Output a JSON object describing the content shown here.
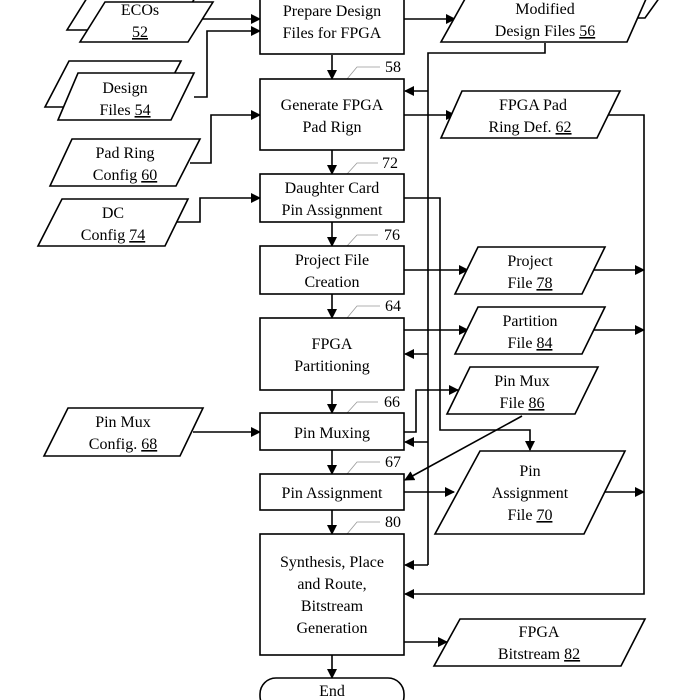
{
  "diagram": {
    "processes": [
      {
        "id": "prepare",
        "lines": [
          "Prepare Design",
          "Files for FPGA"
        ],
        "ref": ""
      },
      {
        "id": "padring",
        "lines": [
          "Generate FPGA",
          "Pad Rign"
        ],
        "ref": "58"
      },
      {
        "id": "daughter",
        "lines": [
          "Daughter Card",
          "Pin Assignment"
        ],
        "ref": "72"
      },
      {
        "id": "project",
        "lines": [
          "Project File",
          "Creation"
        ],
        "ref": "76"
      },
      {
        "id": "partition",
        "lines": [
          "FPGA",
          "Partitioning"
        ],
        "ref": "64"
      },
      {
        "id": "pinmux",
        "lines": [
          "Pin Muxing"
        ],
        "ref": "66"
      },
      {
        "id": "pinassign",
        "lines": [
          "Pin Assignment"
        ],
        "ref": "67"
      },
      {
        "id": "synth",
        "lines": [
          "Synthesis, Place",
          "and Route,",
          "Bitstream",
          "Generation"
        ],
        "ref": "80"
      },
      {
        "id": "end",
        "lines": [
          "End"
        ],
        "ref": ""
      }
    ],
    "inputs": [
      {
        "id": "ecos",
        "lines": [
          "ECOs",
          ""
        ],
        "num": "52"
      },
      {
        "id": "design",
        "lines": [
          "Design",
          "Files "
        ],
        "num": "54"
      },
      {
        "id": "padcfg",
        "lines": [
          "Pad Ring",
          "Config "
        ],
        "num": "60"
      },
      {
        "id": "dccfg",
        "lines": [
          "DC",
          "Config "
        ],
        "num": "74"
      },
      {
        "id": "muxcfg",
        "lines": [
          "Pin Mux",
          "Config. "
        ],
        "num": "68"
      }
    ],
    "outputs": [
      {
        "id": "modified",
        "lines": [
          "Modified",
          "Design Files "
        ],
        "num": "56"
      },
      {
        "id": "padringdef",
        "lines": [
          "FPGA Pad",
          "Ring Def. "
        ],
        "num": "62"
      },
      {
        "id": "projectfile",
        "lines": [
          "Project",
          "File "
        ],
        "num": "78"
      },
      {
        "id": "partitionfile",
        "lines": [
          "Partition",
          "File "
        ],
        "num": "84"
      },
      {
        "id": "muxfile",
        "lines": [
          "Pin Mux",
          "File "
        ],
        "num": "86"
      },
      {
        "id": "assignfile",
        "lines": [
          "Pin",
          "Assignment",
          "File "
        ],
        "num": "70"
      },
      {
        "id": "bitstream",
        "lines": [
          "FPGA",
          "Bitstream "
        ],
        "num": "82"
      }
    ]
  }
}
